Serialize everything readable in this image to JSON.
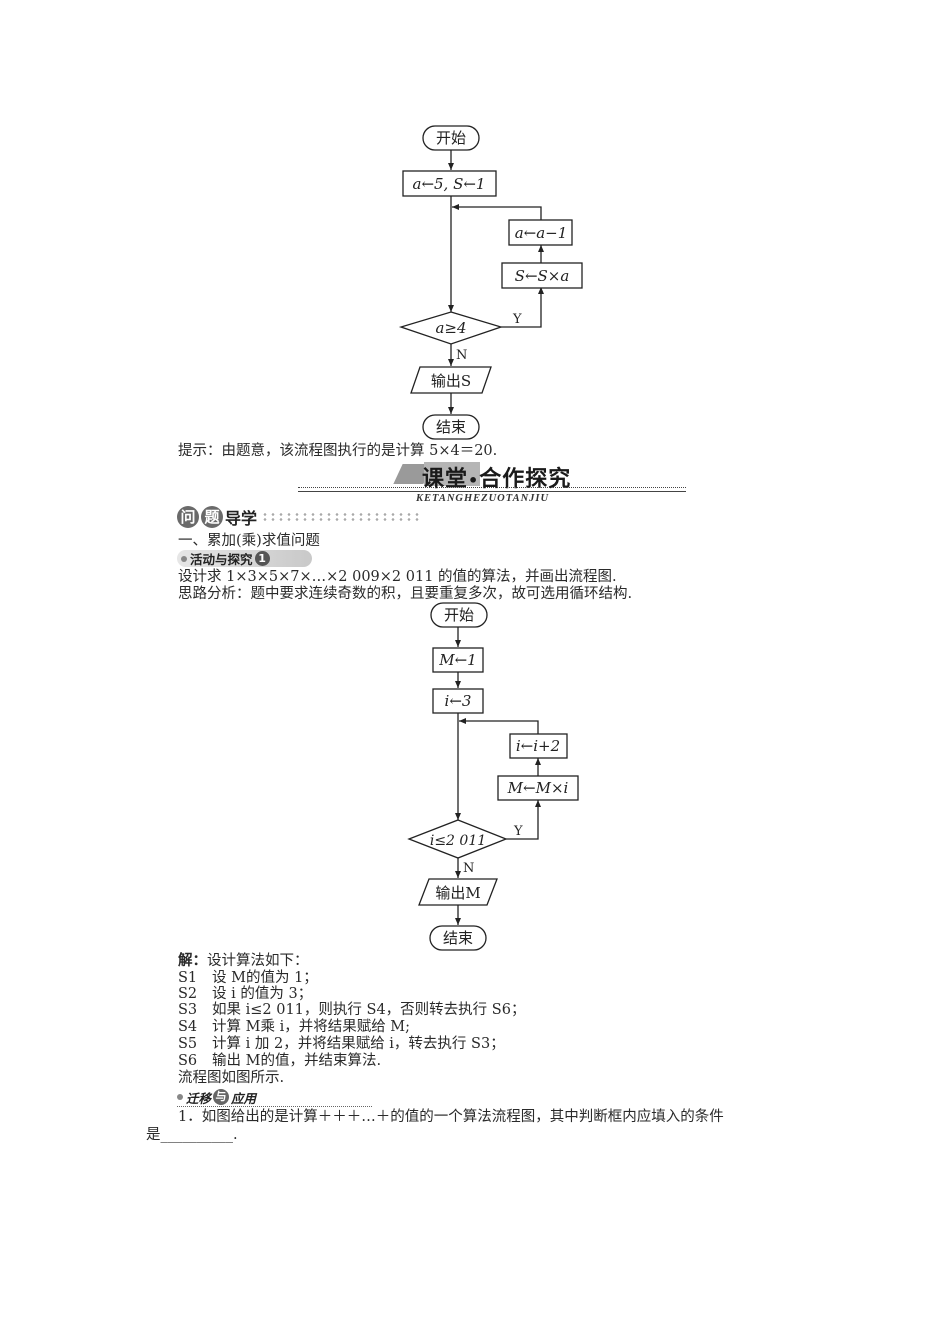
{
  "flowchart1": {
    "start": "开始",
    "init": "a←5, S←1",
    "update_a": "a←a−1",
    "update_s": "S←S×a",
    "condition": "a≥4",
    "yes": "Y",
    "no": "N",
    "output": "输出S",
    "end": "结束"
  },
  "hint": "提示：由题意，该流程图执行的是计算 5×4＝20.",
  "banner": {
    "title_part1": "课堂",
    "dot": "•",
    "title_part2": "合作探究",
    "subtitle": "KETANGHEZUOTANJIU"
  },
  "section_guide": {
    "badge1": "问",
    "badge2": "题",
    "label": "导学"
  },
  "topic_heading": "一、累加(乘)求值问题",
  "activity": {
    "label": "活动与探究",
    "number": "1"
  },
  "problem": "设计求 1×3×5×7×…×2 009×2 011 的值的算法，并画出流程图.",
  "analysis": "思路分析：题中要求连续奇数的积，且要重复多次，故可选用循环结构.",
  "flowchart2": {
    "start": "开始",
    "init_m": "M←1",
    "init_i": "i←3",
    "update_i": "i←i+2",
    "update_m": "M←M×i",
    "condition": "i≤2 011",
    "yes": "Y",
    "no": "N",
    "output": "输出M",
    "end": "结束"
  },
  "solution": {
    "label": "解：",
    "intro": "设计算法如下：",
    "steps": [
      {
        "id": "S1",
        "text": "设 M的值为 1；"
      },
      {
        "id": "S2",
        "text": "设 i 的值为 3；"
      },
      {
        "id": "S3",
        "text": "如果 i≤2 011，则执行 S4，否则转去执行 S6；"
      },
      {
        "id": "S4",
        "text": "计算 M乘 i，并将结果赋给 M;"
      },
      {
        "id": "S5",
        "text": "计算 i 加 2，并将结果赋给 i，转去执行 S3；"
      },
      {
        "id": "S6",
        "text": "输出 M的值，并结束算法."
      }
    ],
    "conclusion": "流程图如图所示."
  },
  "transfer": {
    "label_part1": "迁移",
    "badge": "与",
    "label_part2": "应用"
  },
  "exercise": {
    "line1": "1．如图给出的是计算＋＋＋…＋的值的一个算法流程图，其中判断框内应填入的条件",
    "line2": "是__________."
  }
}
